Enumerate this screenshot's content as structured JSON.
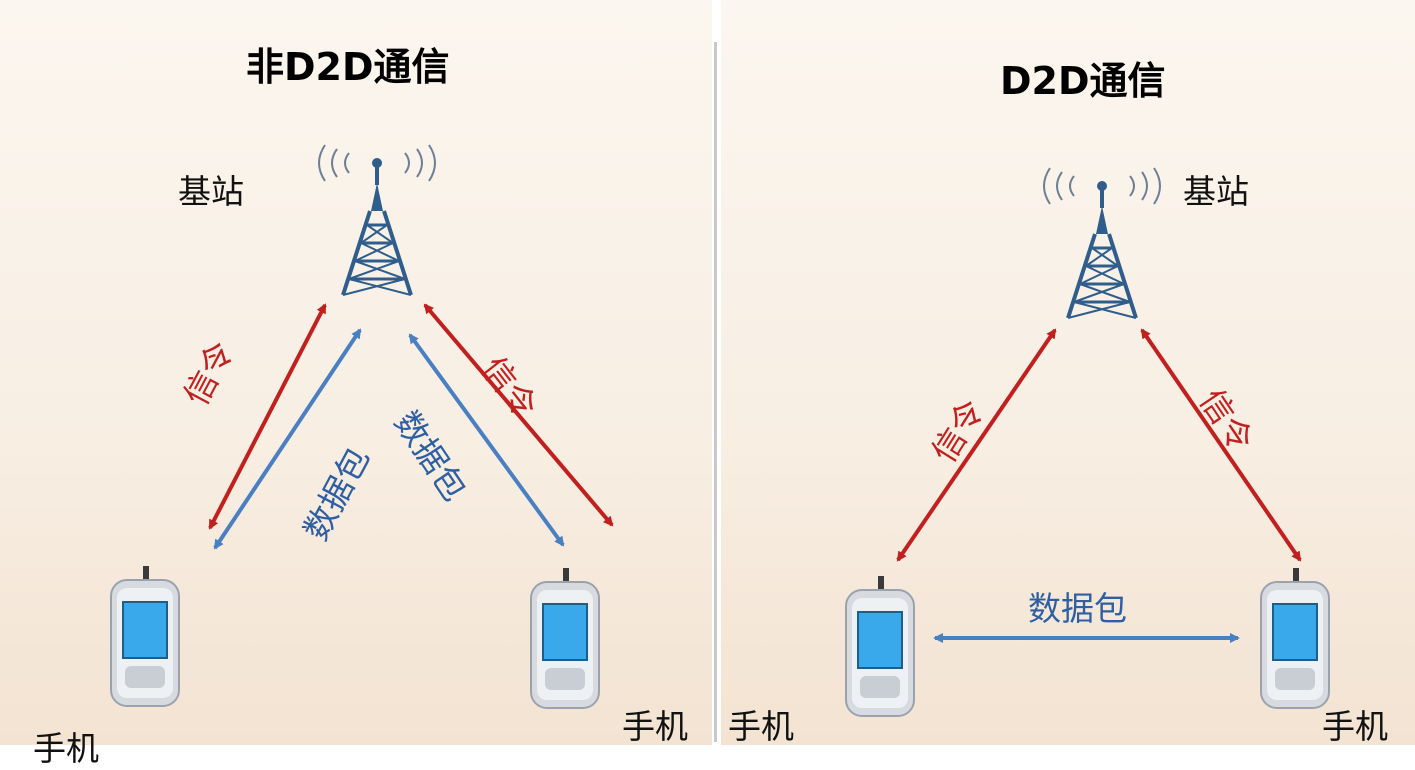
{
  "left_panel": {
    "title": "非D2D通信",
    "base_station_label": "基站",
    "phone_left_label": "手机",
    "phone_right_label": "手机",
    "signal_label_left": "信令",
    "signal_label_right": "信令",
    "data_label_left": "数据包",
    "data_label_right": "数据包"
  },
  "right_panel": {
    "title": "D2D通信",
    "base_station_label": "基站",
    "phone_left_label": "手机",
    "phone_right_label": "手机",
    "signal_label_left": "信令",
    "signal_label_right": "信令",
    "data_label": "数据包"
  },
  "colors": {
    "signal": "#c21f1f",
    "data": "#4a7fc1",
    "tower": "#2f5e8c"
  },
  "icons": [
    "tower-icon",
    "phone-icon"
  ]
}
